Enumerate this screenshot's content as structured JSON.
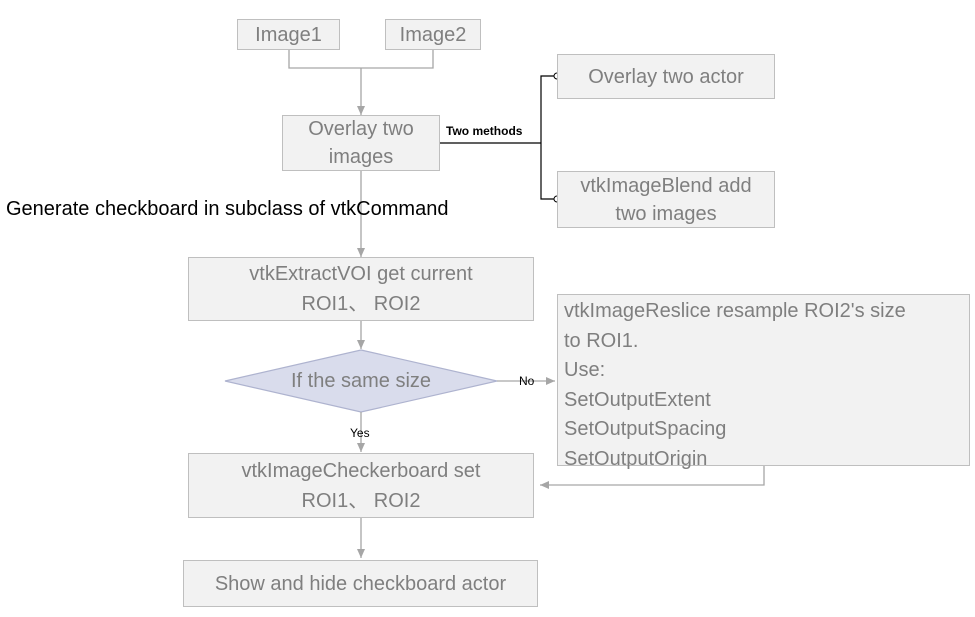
{
  "nodes": {
    "image1": "Image1",
    "image2": "Image2",
    "overlay_two_images": [
      "Overlay two",
      "images"
    ],
    "overlay_two_actor": "Overlay two actor",
    "image_blend": [
      "vtkImageBlend add",
      "two  images"
    ],
    "extract_voi": [
      "vtkExtractVOI get current",
      "ROI1、 ROI2"
    ],
    "same_size_decision": "If the same size",
    "reslice": [
      "vtkImageReslice resample ROI2's size",
      "to ROI1.",
      "Use:",
      "SetOutputExtent",
      "SetOutputSpacing",
      "SetOutputOrigin"
    ],
    "checkerboard": [
      "vtkImageCheckerboard set",
      "ROI1、 ROI2"
    ],
    "show_hide": "Show and hide checkboard actor"
  },
  "labels": {
    "two_methods": "Two methods",
    "heading": "Generate checkboard in subclass of vtkCommand",
    "no": "No",
    "yes": "Yes"
  },
  "colors": {
    "box_fill": "#f2f2f2",
    "box_border": "#bfbfbf",
    "box_text": "#7f7f7f",
    "diamond_fill": "#d9dcec",
    "diamond_border": "#aeb3cf",
    "connector": "#a6a6a6"
  }
}
